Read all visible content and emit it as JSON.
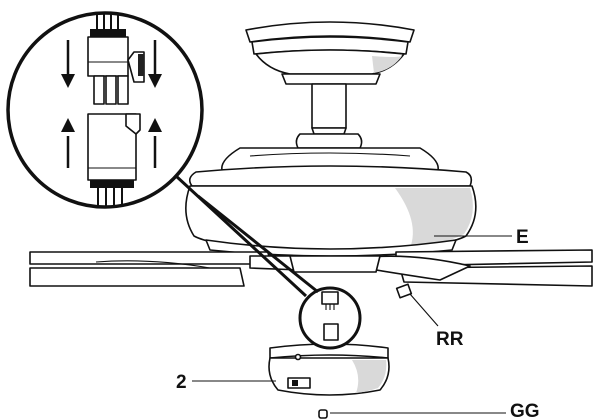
{
  "labels": {
    "E": "E",
    "RR": "RR",
    "two": "2",
    "GG": "GG"
  }
}
